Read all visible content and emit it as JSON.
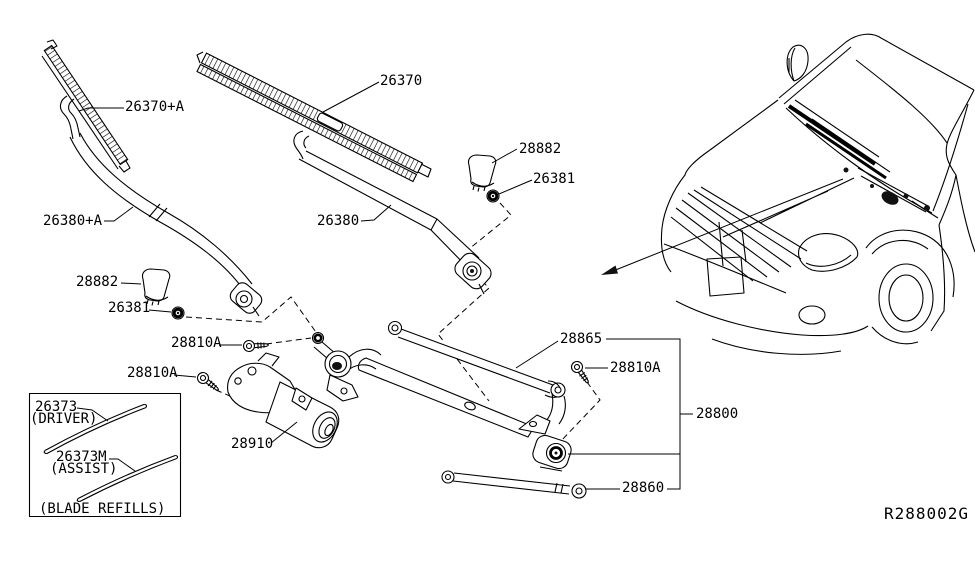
{
  "diagram": {
    "ref_code": "R288002G",
    "part_labels": [
      "26370+A",
      "26370",
      "28882",
      "26381",
      "26380+A",
      "26380",
      "28882",
      "26381",
      "28810A",
      "28810A",
      "28910",
      "28865",
      "28810A",
      "28800",
      "28860"
    ],
    "blade_refills": {
      "part1": "26373",
      "part1_caption": "(DRIVER)",
      "part2": "26373M",
      "part2_caption": "(ASSIST)",
      "caption": "(BLADE REFILLS)"
    }
  }
}
